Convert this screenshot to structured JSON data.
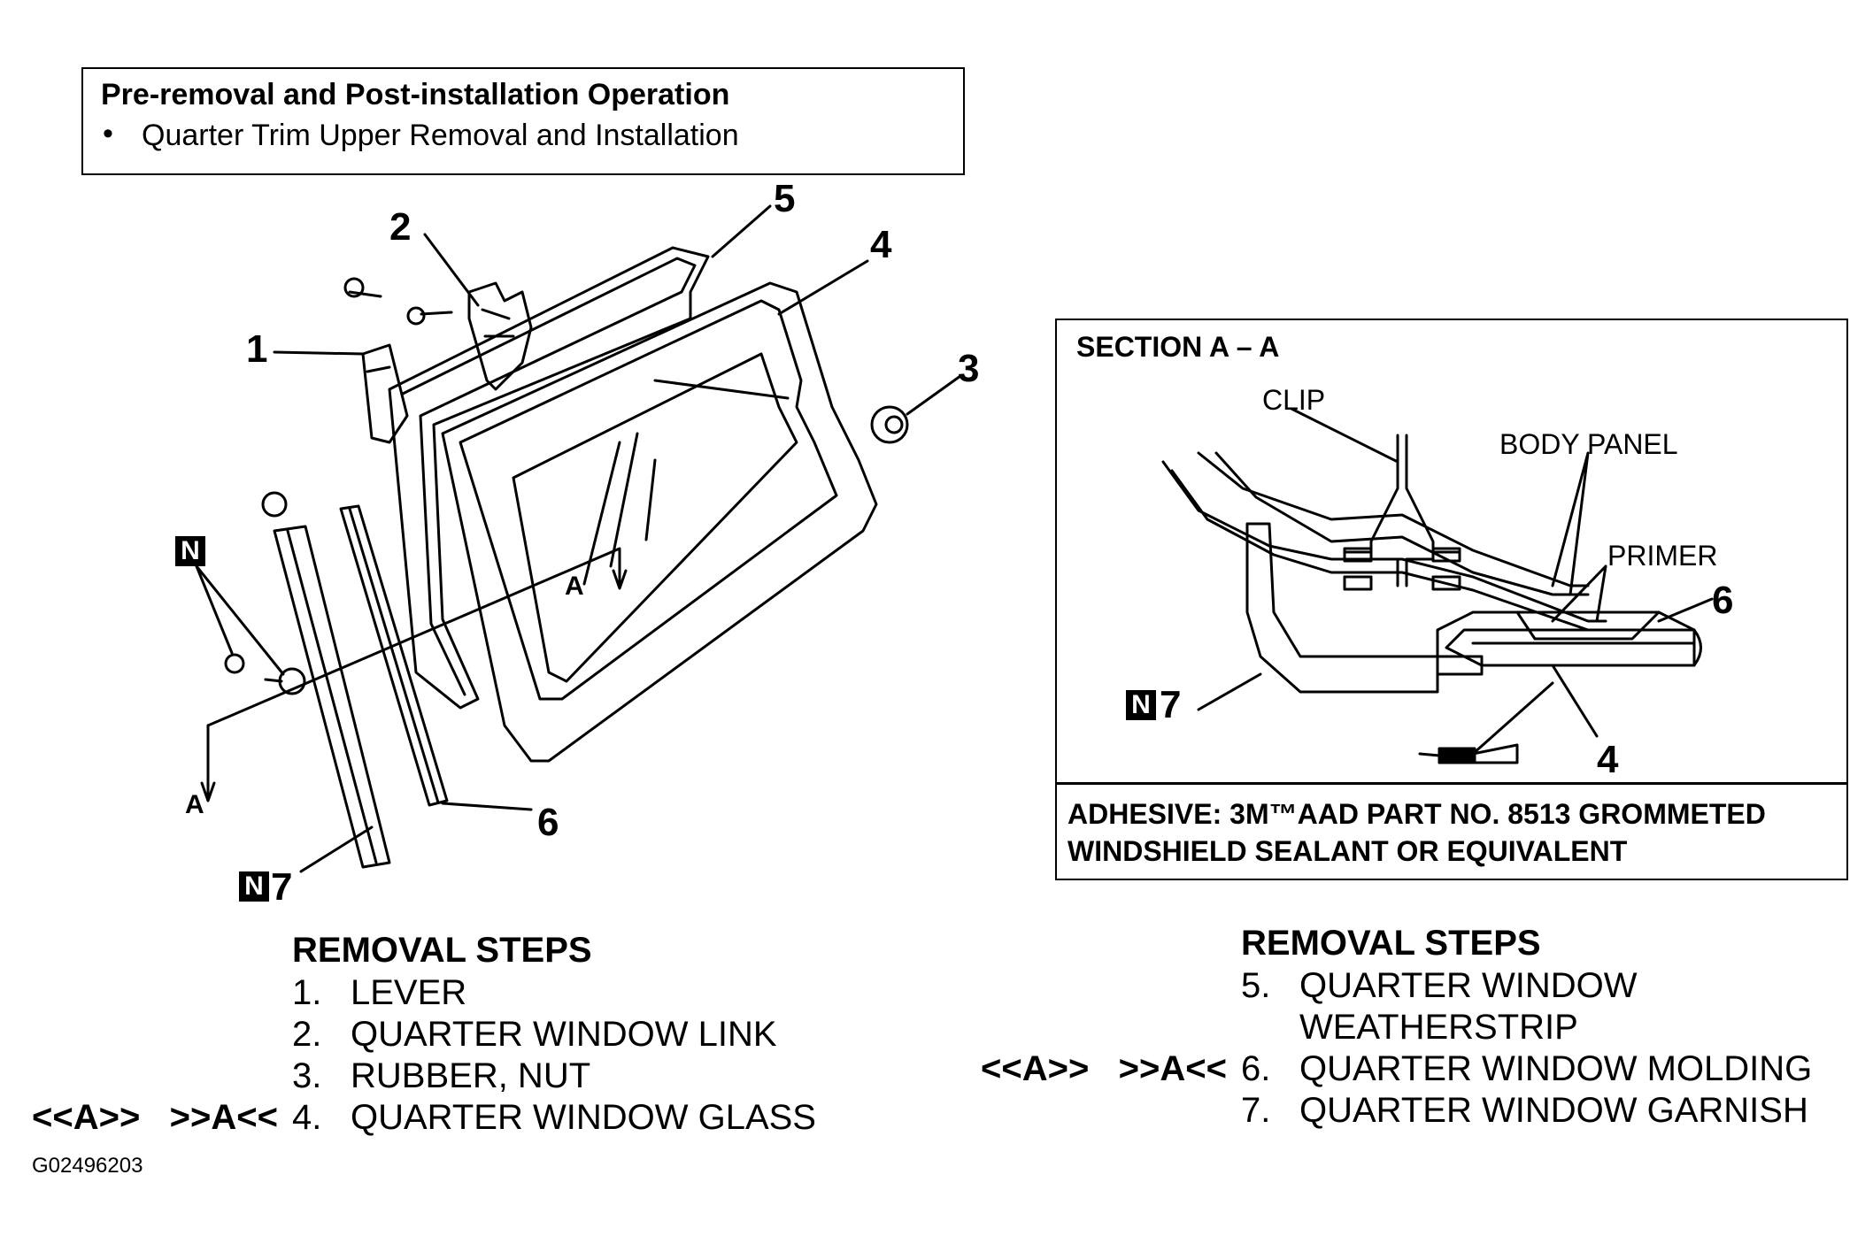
{
  "info_box": {
    "title": "Pre-removal and Post-installation Operation",
    "bullet": "•",
    "item": "Quarter Trim Upper Removal and Installation"
  },
  "callouts": {
    "n1": "1",
    "n2": "2",
    "n3": "3",
    "n4": "4",
    "n5": "5",
    "n6": "6",
    "n7": "7",
    "section_a": "A",
    "section_a2": "A",
    "n_badge": "N"
  },
  "section_view": {
    "title": "SECTION A – A",
    "clip": "CLIP",
    "body_panel": "BODY PANEL",
    "primer": "PRIMER",
    "n6": "6",
    "n4": "4",
    "n7": "7",
    "n_badge": "N",
    "adhesive_line1": "ADHESIVE: 3M™AAD PART NO. 8513 GROMMETED",
    "adhesive_line2": "WINDSHIELD SEALANT OR EQUIVALENT"
  },
  "steps_left": {
    "heading": "REMOVAL STEPS",
    "items": [
      {
        "num": "1.",
        "label": "LEVER"
      },
      {
        "num": "2.",
        "label": "QUARTER WINDOW LINK"
      },
      {
        "num": "3.",
        "label": "RUBBER, NUT"
      },
      {
        "num": "4.",
        "label": "QUARTER WINDOW GLASS"
      }
    ],
    "marker": "<<A>>   >>A<<"
  },
  "steps_right": {
    "heading": "REMOVAL STEPS",
    "items": [
      {
        "num": "5.",
        "label": "QUARTER WINDOW"
      },
      {
        "num": "",
        "label": "WEATHERSTRIP"
      },
      {
        "num": "6.",
        "label": "QUARTER WINDOW MOLDING"
      },
      {
        "num": "7.",
        "label": "QUARTER WINDOW GARNISH"
      }
    ],
    "marker": "<<A>>   >>A<<"
  },
  "figure_id": "G02496203"
}
